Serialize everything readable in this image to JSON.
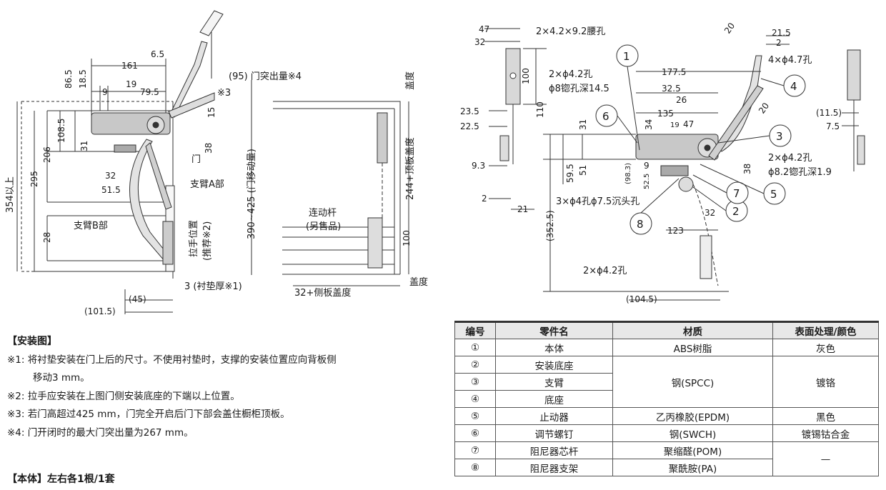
{
  "install": {
    "labels": {
      "door_protrusion": "(95) 门突出量※4",
      "note3": "※3",
      "door": "门",
      "arm_a": "支臂A部",
      "arm_b": "支臂B部",
      "handle_pos": "拉手位置",
      "recommend": "(推荐※2)",
      "door_travel": "390~425 (门移动量)",
      "link_rod": "连动杆",
      "sold_sep": "(另售品)",
      "top_cover": "盖度",
      "top_board": "244+顶板盖度",
      "bottom_cover": "盖度",
      "side_board": "32+侧板盖度",
      "spacer": "3 (衬垫厚※1)",
      "min_height": "354以上"
    },
    "dims": [
      "6.5",
      "161",
      "86.5",
      "18.5",
      "9",
      "19",
      "79.5",
      "15",
      "108.5",
      "31",
      "206",
      "295",
      "38",
      "32",
      "51.5",
      "28",
      "(45)",
      "(101.5)",
      "100"
    ]
  },
  "drawing2": {
    "labels": {
      "slot": "2×4.2×9.2腰孔",
      "hole42": "2×ϕ4.2孔",
      "hole8": "ϕ8锪孔深14.5",
      "hole47": "4×ϕ4.7孔",
      "hole42b": "2×ϕ4.2孔",
      "hole82": "ϕ8.2锪孔深1.9",
      "hole4": "3×ϕ4孔ϕ7.5沉头孔",
      "hole42c": "2×ϕ4.2孔"
    },
    "dims": [
      "47",
      "32",
      "100",
      "110",
      "23.5",
      "22.5",
      "9.3",
      "2",
      "21",
      "177.5",
      "32.5",
      "26",
      "135",
      "34",
      "19",
      "47",
      "31",
      "59.5",
      "51",
      "9",
      "(98.3)",
      "52.5",
      "(352.5)",
      "123",
      "32",
      "(104.5)",
      "20",
      "21.5",
      "2",
      "20",
      "(11.5)",
      "7.5",
      "38"
    ],
    "callouts": [
      "1",
      "2",
      "3",
      "4",
      "5",
      "6",
      "7",
      "8"
    ]
  },
  "notes": {
    "heading": "【安装图】",
    "items": [
      "※1: 将衬垫安装在门上后的尺寸。不使用衬垫时，支撑的安装位置应向背板侧",
      "移动3 mm。",
      "※2: 拉手应安装在上图门侧安装底座的下端以上位置。",
      "※3: 若门高超过425 mm，门完全开启后门下部会盖住橱柜顶板。",
      "※4: 门开闭时的最大门突出量为267 mm。"
    ],
    "body_heading": "【本体】左右各1根/1套"
  },
  "parts_table": {
    "headers": [
      "编号",
      "零件名",
      "材质",
      "表面处理/颜色"
    ],
    "rows": [
      {
        "no": "①",
        "name": "本体",
        "material": "ABS树脂",
        "finish": "灰色"
      },
      {
        "no": "②",
        "name": "安装底座",
        "material": "钢(SPCC)",
        "finish": "镀铬"
      },
      {
        "no": "③",
        "name": "支臂",
        "material": "",
        "finish": ""
      },
      {
        "no": "④",
        "name": "底座",
        "material": "",
        "finish": ""
      },
      {
        "no": "⑤",
        "name": "止动器",
        "material": "乙丙橡胶(EPDM)",
        "finish": "黑色"
      },
      {
        "no": "⑥",
        "name": "调节螺钉",
        "material": "钢(SWCH)",
        "finish": "镀锡钴合金"
      },
      {
        "no": "⑦",
        "name": "阻尼器芯杆",
        "material": "聚缩醛(POM)",
        "finish": "—"
      },
      {
        "no": "⑧",
        "name": "阻尼器支架",
        "material": "聚酰胺(PA)",
        "finish": ""
      }
    ]
  }
}
